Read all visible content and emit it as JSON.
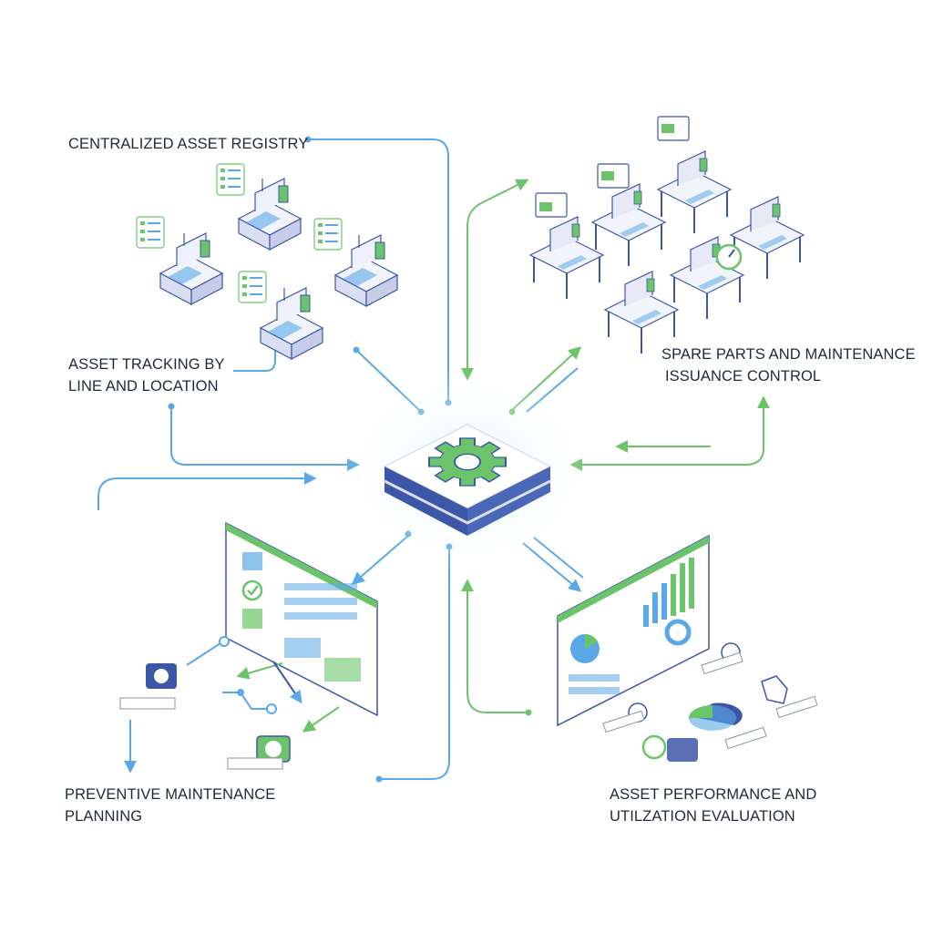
{
  "labels": {
    "registry": "CENTRALIZED ASSET REGISTRY",
    "tracking_line1": "ASSET TRACKING BY",
    "tracking_line2": "LINE AND LOCATION",
    "spare_line1": "SPARE PARTS AND MAINTENANCE",
    "spare_line2": "ISSUANCE CONTROL",
    "preventive_line1": "PREVENTIVE MAINTENANCE",
    "preventive_line2": "PLANNING",
    "performance_line1": "ASSET PERFORMANCE AND",
    "performance_line2": "UTILZATION EVALUATION"
  },
  "colors": {
    "blue": "#5aa9e6",
    "green": "#6cc46a",
    "navy": "#3c57a8",
    "machine": "#e7eaf6",
    "text": "#1f2a37"
  },
  "icons": {
    "hub": "gear-icon",
    "registry": "sewing-machine-icon",
    "spare": "workstation-icon",
    "preventive": "dashboard-calendar-icon",
    "performance": "analytics-dashboard-icon"
  }
}
